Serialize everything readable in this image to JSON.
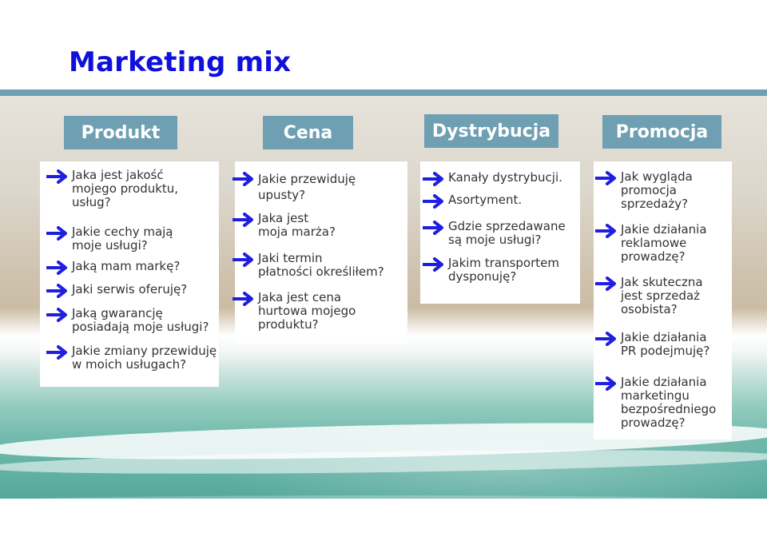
{
  "title": "Marketing mix",
  "colors": {
    "title": "#1010dd",
    "header": "#6e9fb2",
    "arrow": "#1f1fe0",
    "text": "#333333"
  },
  "columns": [
    {
      "header": "Produkt",
      "items": [
        "Jaka jest jakość\nmojego produktu,\nusług?",
        "Jakie cechy mają\nmoje usługi?",
        "Jaką mam markę?",
        "Jaki serwis oferuję?",
        "Jaką gwarancję\nposiadają moje usługi?",
        "Jakie zmiany przewiduję\nw moich usługach?"
      ]
    },
    {
      "header": "Cena",
      "items": [
        "Jakie przewiduję\nupusty?",
        "Jaka jest\nmoja marża?",
        "Jaki termin\npłatności określiłem?",
        "Jaka jest cena\nhurtowa mojego\nproduktu?"
      ]
    },
    {
      "header": "Dystrybucja",
      "items": [
        "Kanały dystrybucji.",
        "Asortyment.",
        "Gdzie sprzedawane\nsą moje usługi?",
        "Jakim transportem\ndysponuję?"
      ]
    },
    {
      "header": "Promocja",
      "items": [
        "Jak wygląda\npromocja\nsprzedaży?",
        "Jakie działania\nreklamowe\nprowadzę?",
        "Jak skuteczna\njest sprzedaż\nosobista?",
        "Jakie działania\nPR podejmuję?",
        "Jakie działania\nmarketingu\nbezpośredniego\nprowadzę?"
      ]
    }
  ]
}
